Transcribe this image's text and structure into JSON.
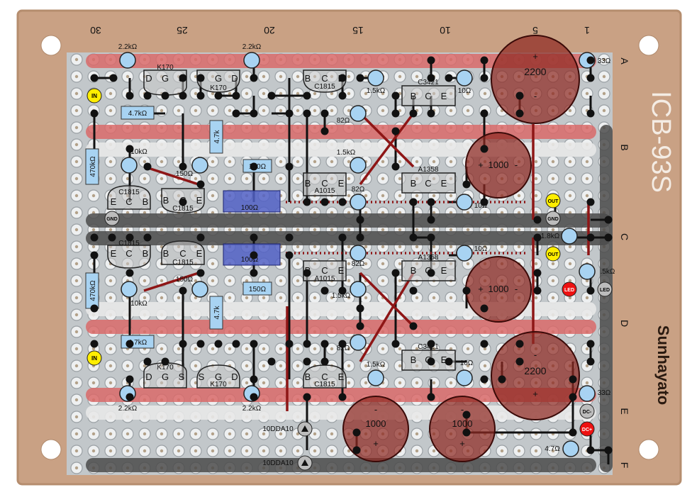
{
  "board": {
    "model": "ICB-93S",
    "brand": "Sunhayato",
    "col_numbers": [
      "30",
      "25",
      "20",
      "15",
      "10",
      "5",
      "1"
    ],
    "row_letters": [
      "A",
      "B",
      "C",
      "D",
      "E",
      "F"
    ]
  },
  "labels": {
    "res_2k2_tl": "2.2kΩ",
    "res_2k2_tm": "2.2kΩ",
    "res_2k2_bl": "2.2kΩ",
    "res_2k2_bm": "2.2kΩ",
    "res_4k7_top": "4.7kΩ",
    "res_4k7_bot": "4.7kΩ",
    "res_4k7_vtop": "4.7k",
    "res_4k7_vbot": "4.7k",
    "res_470k_top": "470kΩ",
    "res_470k_bot": "470kΩ",
    "res_150_top": "150Ω",
    "res_150_bot": "150Ω",
    "res_10k_top": "10kΩ",
    "res_10k_bot": "10kΩ",
    "res_150b_top": "150Ω",
    "res_150b_bot": "150Ω",
    "res_1k5_a": "1.5kΩ",
    "res_1k5_b": "1.5kΩ",
    "res_1k5_c": "1.5kΩ",
    "res_1k5_d": "1.5kΩ",
    "res_82_a": "82Ω",
    "res_82_b": "82Ω",
    "res_82_c": "82Ω",
    "res_82_d": "82Ω",
    "res_10_a": "10Ω",
    "res_10_b": "10Ω",
    "res_10_c": "10Ω",
    "res_10_d": "10Ω",
    "res_33_top": "33Ω",
    "res_33_bot": "33Ω",
    "res_1k8": "1.8kΩ",
    "res_1k5_led": ".5kΩ",
    "res_47": "4.7Ω",
    "pot_top": "100Ω",
    "pot_bot": "100Ω",
    "diode_a": "10DDA10",
    "diode_b": "10DDA10",
    "cap_2200_top": "2200",
    "cap_2200_bot": "2200",
    "cap_1000_top": "1000",
    "cap_1000_mid": "1000",
    "cap_1000_bl": "1000",
    "cap_1000_br": "1000",
    "cap_plus": "+",
    "cap_minus": "-",
    "in_top": "IN",
    "in_bot": "IN",
    "out_top": "OUT",
    "out_bot": "OUT",
    "gnd_left": "GND",
    "gnd_right": "GND",
    "led_red": "LED",
    "led_grey": "LED",
    "dcm": "DC-",
    "dcp": "DC+",
    "k170": "K170",
    "c1815": "C1815",
    "a1015": "A1015",
    "c3421": "C3421",
    "a1358": "A1358",
    "pin_d": "D",
    "pin_g": "G",
    "pin_s": "S",
    "pin_b": "B",
    "pin_c": "C",
    "pin_e": "E"
  },
  "colors": {
    "board": "#c9a184",
    "board_edge": "#b58d6e",
    "rail_red": "#d96a6a",
    "rail_white": "#e8e8e8",
    "rail_dark": "#4b4b4b",
    "silver": "#b9bfc2",
    "resistor": "#a8d3f2",
    "pot": "#5160c6",
    "cap": "#8f2a23",
    "jumper": "#8e1616"
  }
}
